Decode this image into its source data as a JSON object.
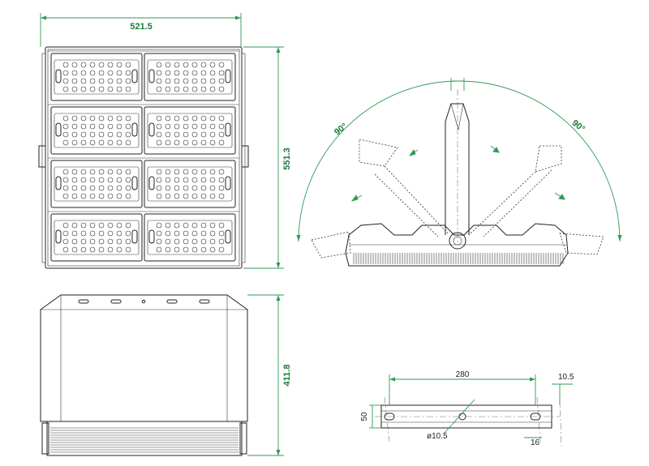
{
  "dimensions": {
    "front_width": "521.5",
    "front_height": "551.3",
    "side_height": "411.8",
    "tilt_left": "90°",
    "tilt_right": "90°",
    "bracket_length": "280",
    "bracket_width": "50",
    "hole_diameter": "ø10.5",
    "slot_width": "10.5",
    "slot_offset": "16"
  },
  "colors": {
    "dimension_line": "#2e9a55",
    "dimension_text": "#1a7a3c",
    "outline": "#222222"
  },
  "views": [
    "front-view",
    "tilt-range-view",
    "side-view",
    "bracket-detail"
  ]
}
